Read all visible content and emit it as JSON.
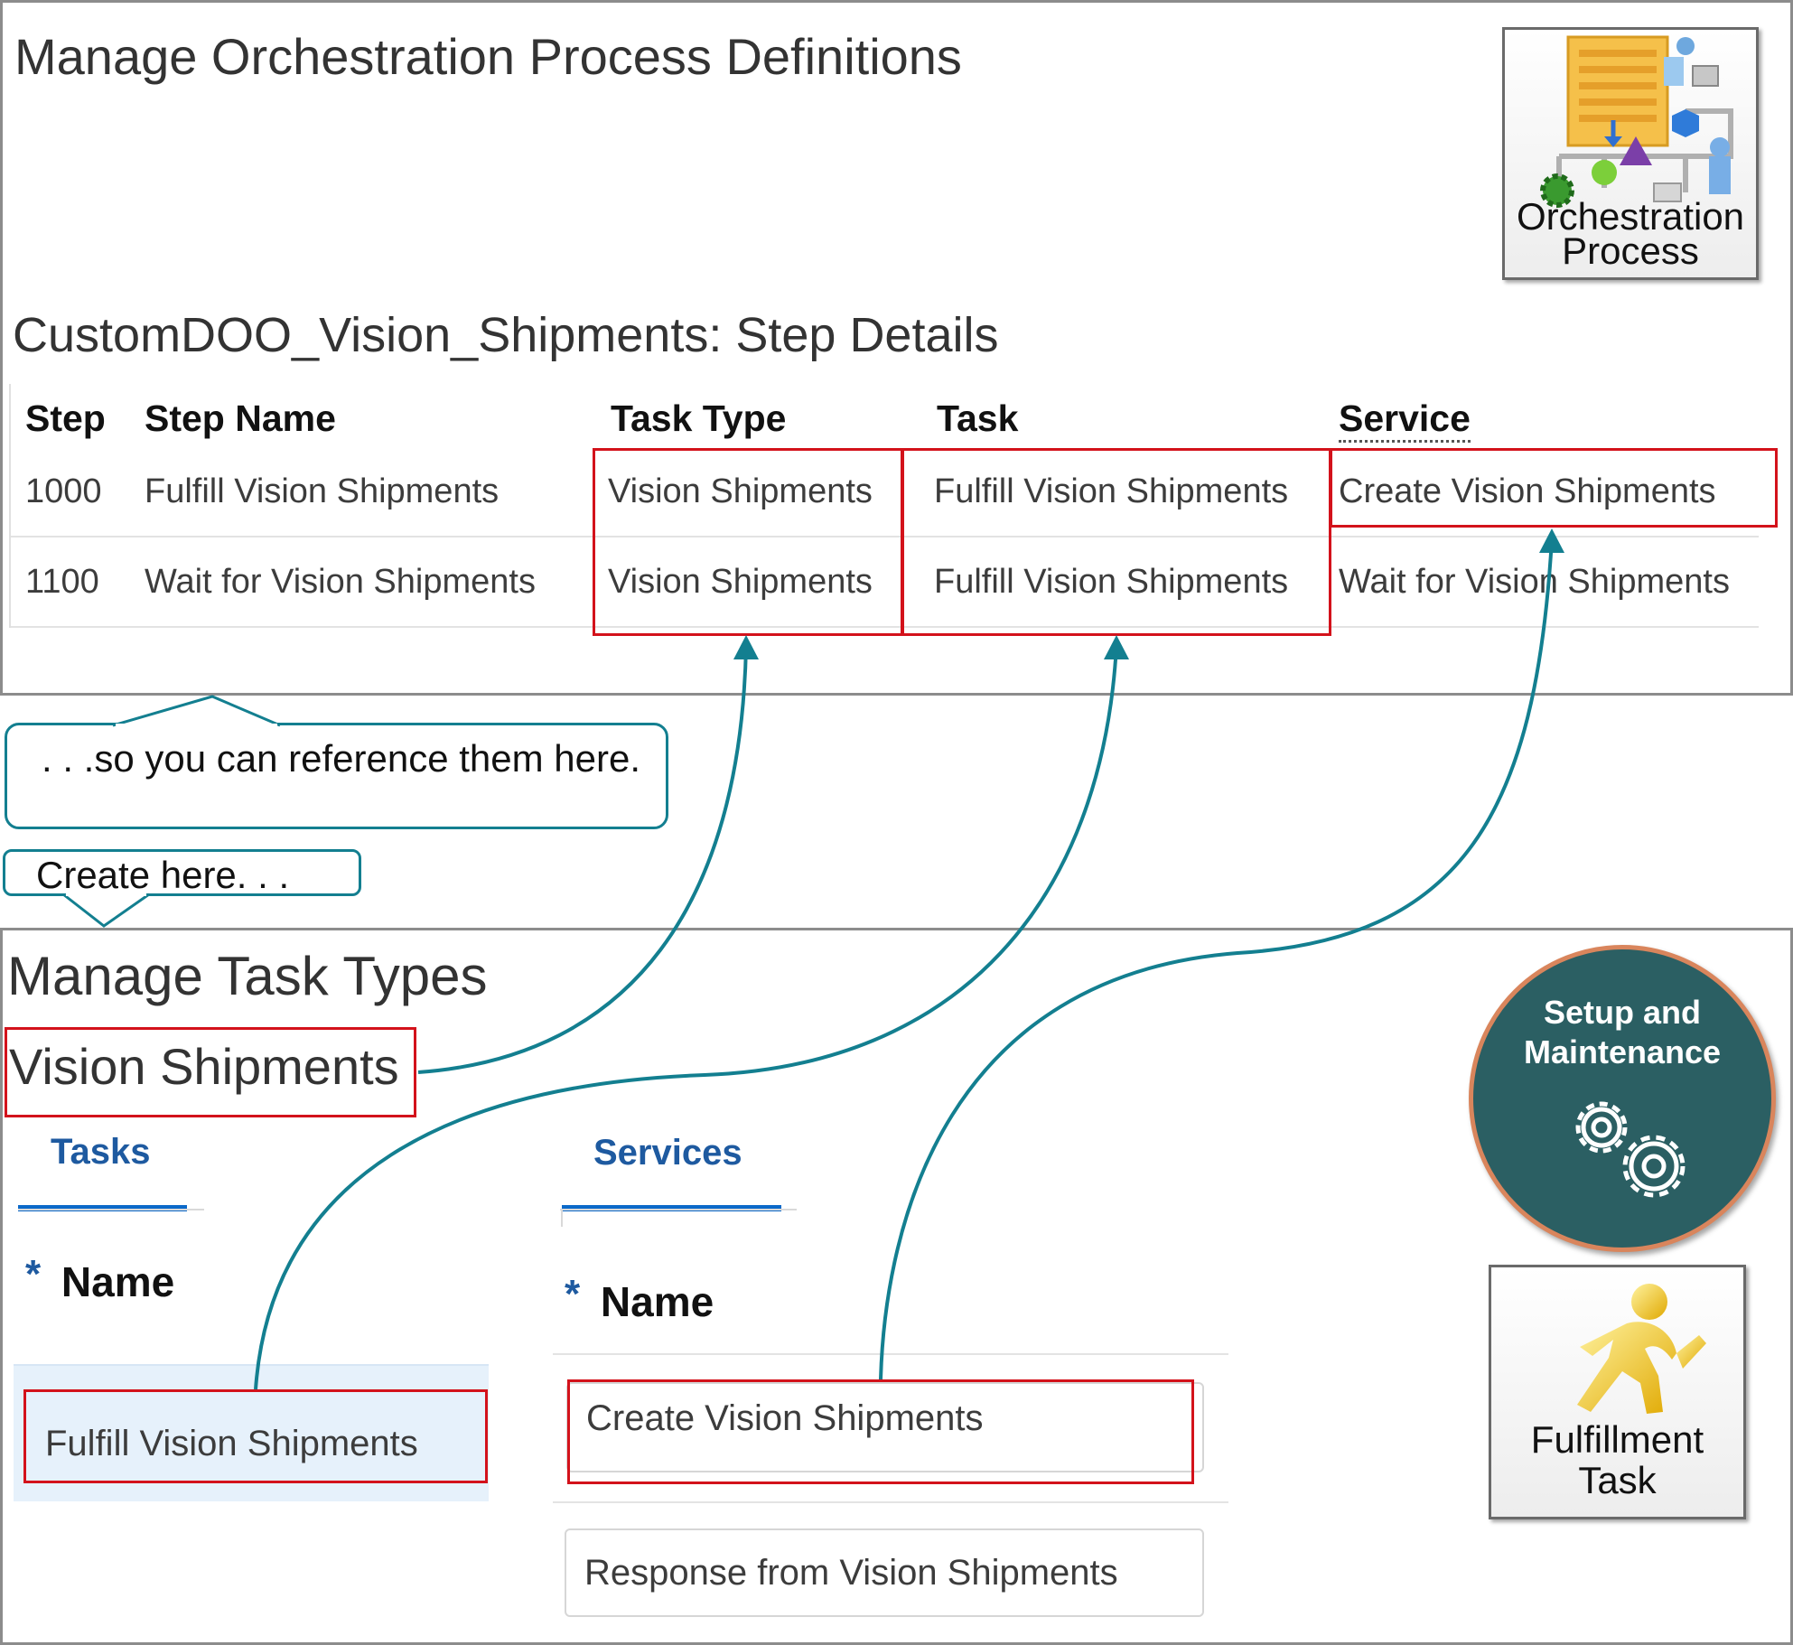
{
  "orchestration": {
    "title": "Manage Orchestration Process Definitions",
    "subtitle": "CustomDOO_Vision_Shipments: Step Details",
    "table": {
      "columns": [
        "Step",
        "Step Name",
        "Task Type",
        "Task",
        "Service"
      ],
      "rows": [
        {
          "step": "1000",
          "step_name": "Fulfill Vision Shipments",
          "task_type": "Vision Shipments",
          "task": "Fulfill Vision Shipments",
          "service": "Create Vision Shipments"
        },
        {
          "step": "1100",
          "step_name": "Wait for Vision Shipments",
          "task_type": "Vision Shipments",
          "task": "Fulfill Vision Shipments",
          "service": "Wait for Vision Shipments"
        }
      ]
    },
    "icon_label_1": "Orchestration",
    "icon_label_2": "Process"
  },
  "callouts": {
    "reference": ". . .so you can reference them here.",
    "create": "Create here. . ."
  },
  "task_types": {
    "title": "Manage Task Types",
    "task_type_name": "Vision Shipments",
    "tabs": {
      "tasks": "Tasks",
      "services": "Services"
    },
    "tasks_field_label": "Name",
    "services_field_label": "Name",
    "required_mark": "*",
    "task_values": [
      "Fulfill Vision Shipments"
    ],
    "service_values": [
      "Create Vision Shipments",
      "Response from Vision Shipments"
    ],
    "setup_label": "Setup and Maintenance",
    "fulfillment_label_1": "Fulfillment",
    "fulfillment_label_2": "Task"
  },
  "colors": {
    "highlight": "#d3121b",
    "connector": "#137f90",
    "tab_accent": "#0b69c9",
    "setup_circle": "#2b5f63",
    "setup_ring": "#d9855c"
  },
  "icons": [
    "orchestration-process-icon",
    "gear-icon",
    "running-person-icon",
    "arrow-up-icon"
  ]
}
